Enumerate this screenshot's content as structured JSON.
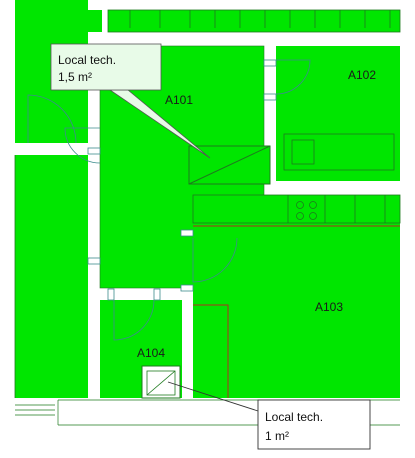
{
  "colors": {
    "room_fill": "#00e600",
    "wall": "#ffffff",
    "line": "#1e7a1e",
    "door_swing": "#3c8c8c",
    "callout_bg": "#e8fbe8",
    "red_line": "#b03020"
  },
  "rooms": [
    {
      "id": "A101",
      "label": "A101"
    },
    {
      "id": "A102",
      "label": "A102"
    },
    {
      "id": "A103",
      "label": "A103"
    },
    {
      "id": "A104",
      "label": "A104"
    }
  ],
  "callouts": [
    {
      "title": "Local tech.",
      "area": "1,5 m²"
    },
    {
      "title": "Local tech.",
      "area": "1 m²"
    }
  ]
}
